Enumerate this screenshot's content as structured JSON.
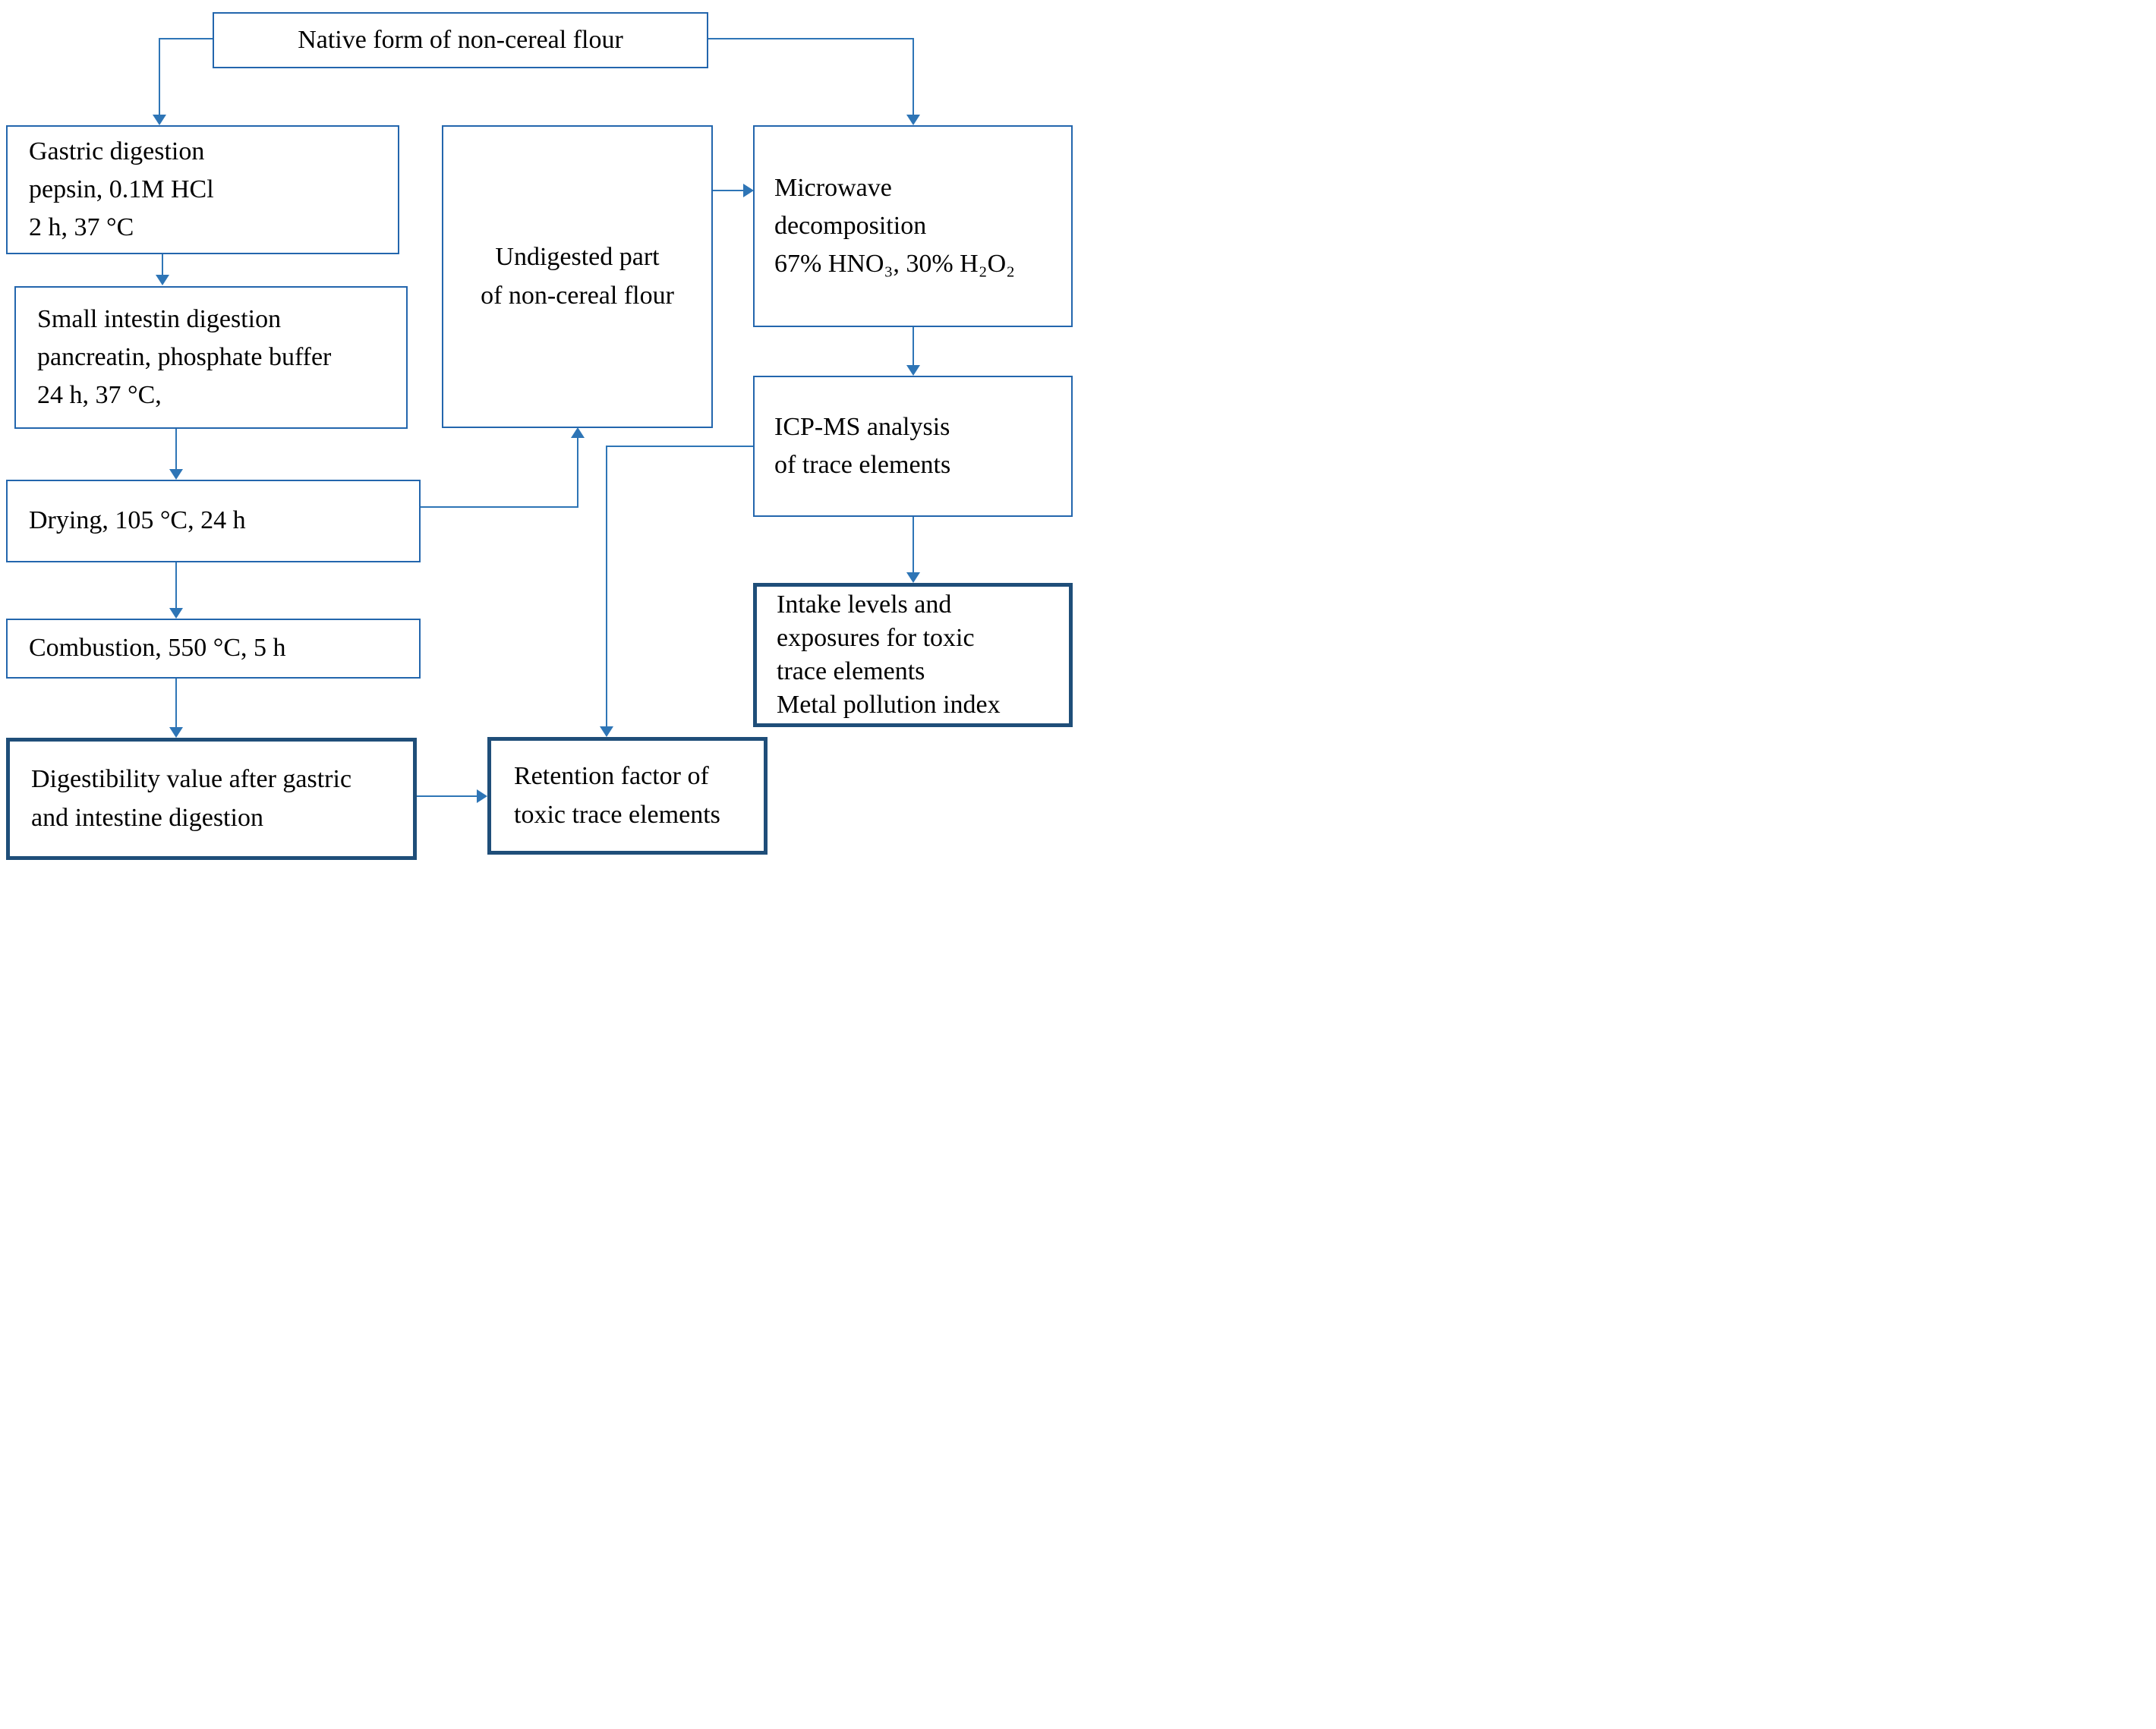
{
  "boxes": {
    "native": {
      "text": "Native form of non-cereal flour"
    },
    "gastric": {
      "lines": [
        "Gastric digestion",
        "pepsin, 0.1M HCl",
        "2 h, 37 °C"
      ]
    },
    "intestine": {
      "lines": [
        "Small intestin digestion",
        "pancreatin, phosphate buffer",
        "24 h, 37 °C,"
      ]
    },
    "drying": {
      "text": "Drying, 105 °C, 24 h"
    },
    "combustion": {
      "text": "Combustion, 550 °C, 5 h"
    },
    "digestibility": {
      "lines": [
        "Digestibility value after gastric",
        "and intestine digestion"
      ]
    },
    "undigested": {
      "lines": [
        "Undigested part",
        "of non-cereal flour"
      ]
    },
    "microwave": {
      "lines": [
        "Microwave",
        "decomposition",
        "67% HNO₃, 30% H₂O₂"
      ]
    },
    "icpms": {
      "lines": [
        "ICP-MS analysis",
        "of trace elements"
      ]
    },
    "intake": {
      "lines": [
        "Intake levels and",
        "exposures for toxic",
        "trace elements",
        "Metal pollution index"
      ]
    },
    "retention": {
      "lines": [
        "Retention factor of",
        "toxic trace elements"
      ]
    }
  },
  "edges": [
    {
      "from": "native-form",
      "to": "gastric-digestion"
    },
    {
      "from": "native-form",
      "to": "microwave-decomposition"
    },
    {
      "from": "gastric-digestion",
      "to": "small-intestine-digestion"
    },
    {
      "from": "small-intestine-digestion",
      "to": "drying"
    },
    {
      "from": "drying",
      "to": "combustion"
    },
    {
      "from": "drying",
      "to": "undigested-part"
    },
    {
      "from": "combustion",
      "to": "digestibility-value"
    },
    {
      "from": "undigested-part",
      "to": "microwave-decomposition"
    },
    {
      "from": "microwave-decomposition",
      "to": "icp-ms-analysis"
    },
    {
      "from": "icp-ms-analysis",
      "to": "intake-levels"
    },
    {
      "from": "icp-ms-analysis",
      "to": "retention-factor"
    },
    {
      "from": "digestibility-value",
      "to": "retention-factor"
    }
  ],
  "colors": {
    "connector": "#2E75B6",
    "box_border": "#2366AD",
    "box_border_emphasis": "#1F4E79",
    "text": "#000000",
    "background": "#FFFFFF"
  }
}
